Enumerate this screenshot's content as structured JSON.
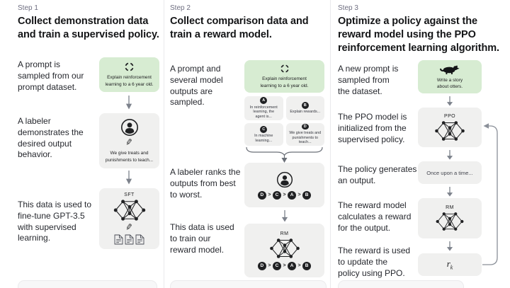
{
  "colors": {
    "prompt_box": "#d7ecd2",
    "model_box": "#f0f0ef",
    "dark": "#202123",
    "text": "#26282e",
    "muted": "#6e6e80",
    "arrow": "#7d828c",
    "loop": "#8a8f98",
    "divider": "#eaeaec",
    "strip": "#f7f7f8"
  },
  "glyphs": {
    "pencil": "✎",
    "rank_sep": ">"
  },
  "icons": {
    "prompt_sampling": "cycle-arrows-icon",
    "labeler": "person-in-circle-icon",
    "annotation": "pencil-icon",
    "model": "neural-network-icon",
    "data": "documents-icon",
    "otter_prompt": "otter-silhouette-icon"
  },
  "steps": [
    {
      "label": "Step 1",
      "title": "Collect demonstration data\nand train a supervised policy.",
      "captions": [
        "A prompt is\nsampled from our\nprompt dataset.",
        "A labeler\ndemonstrates the\ndesired output\nbehavior.",
        "This data is used to\nfine-tune GPT-3.5\nwith supervised\nlearning."
      ],
      "prompt_text": "Explain reinforcement\nlearning to a 6 year old.",
      "labeler_text": "We give treats and\npunishments to teach...",
      "sft_label": "SFT"
    },
    {
      "label": "Step 2",
      "title": "Collect comparison data and\ntrain a reward model.",
      "captions": [
        "A prompt and\nseveral model\noutputs are\nsampled.",
        "A labeler ranks the\noutputs from best\nto worst.",
        "This data is used\nto train our\nreward model."
      ],
      "prompt_text": "Explain reinforcement\nlearning to a 6 year old.",
      "options": [
        {
          "letter": "A",
          "text": "In reinforcement\nlearning, the\nagent is..."
        },
        {
          "letter": "B",
          "text": "Explain rewards..."
        },
        {
          "letter": "C",
          "text": "In machine\nlearning..."
        },
        {
          "letter": "D",
          "text": "We give treats and\npunishments to\nteach..."
        }
      ],
      "ranking": [
        "D",
        "C",
        "A",
        "B"
      ],
      "rm_label": "RM"
    },
    {
      "label": "Step 3",
      "title": "Optimize a policy against the\nreward model using the PPO\nreinforcement learning algorithm.",
      "captions": [
        "A new prompt is\nsampled from\nthe dataset.",
        "The PPO model is\ninitialized from the\nsupervised policy.",
        "The policy generates\nan output.",
        "The reward model\ncalculates a reward\nfor the output.",
        "The reward is used\nto update the\npolicy using PPO."
      ],
      "prompt_text": "Write a story\nabout otters.",
      "ppo_label": "PPO",
      "output_text": "Once upon a time...",
      "rm_label": "RM",
      "reward_base": "r",
      "reward_sub": "k"
    }
  ]
}
